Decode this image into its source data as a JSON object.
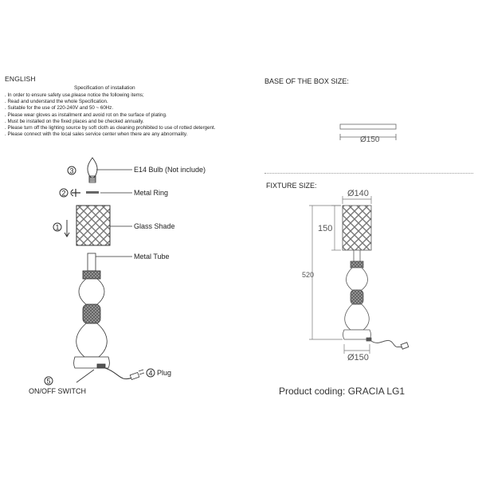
{
  "header": {
    "language": "ENGLISH"
  },
  "spec": {
    "title": "Specification of installation",
    "instructions": [
      ". In order to ensure safety use,please notice the following items;",
      ". Read and understand the whole Specification.",
      ". Suitable for the use of 220-240V and 50 ~ 60Hz.",
      ". Please wear gloves as installment and avoid rot on the surface of plating.",
      ". Must be installed on the fixed places and be checked annually.",
      ". Please turn off the lighting source by soft cloth as cleaning prohibited to use of rotted detergent.",
      ". Please connect with the local sales service center when there are any abnormality."
    ]
  },
  "parts": {
    "bulb": {
      "number": "3",
      "label": "E14 Bulb (Not include)"
    },
    "ring": {
      "number": "2",
      "label": "Metal Ring"
    },
    "shade": {
      "number": "1",
      "label": "Glass Shade"
    },
    "tube": {
      "label": "Metal Tube"
    },
    "plug": {
      "number": "4",
      "label": "Plug"
    },
    "switch": {
      "number": "5",
      "label": "ON/OFF SWITCH"
    }
  },
  "box": {
    "title": "BASE OF THE BOX SIZE:",
    "diameter": "Ø150"
  },
  "fixture": {
    "title": "FIXTURE SIZE:",
    "shade_diameter": "Ø140",
    "shade_height": "150",
    "total_height": "520",
    "base_diameter": "Ø150"
  },
  "product": {
    "coding": "Product coding: GRACIA LG1"
  }
}
